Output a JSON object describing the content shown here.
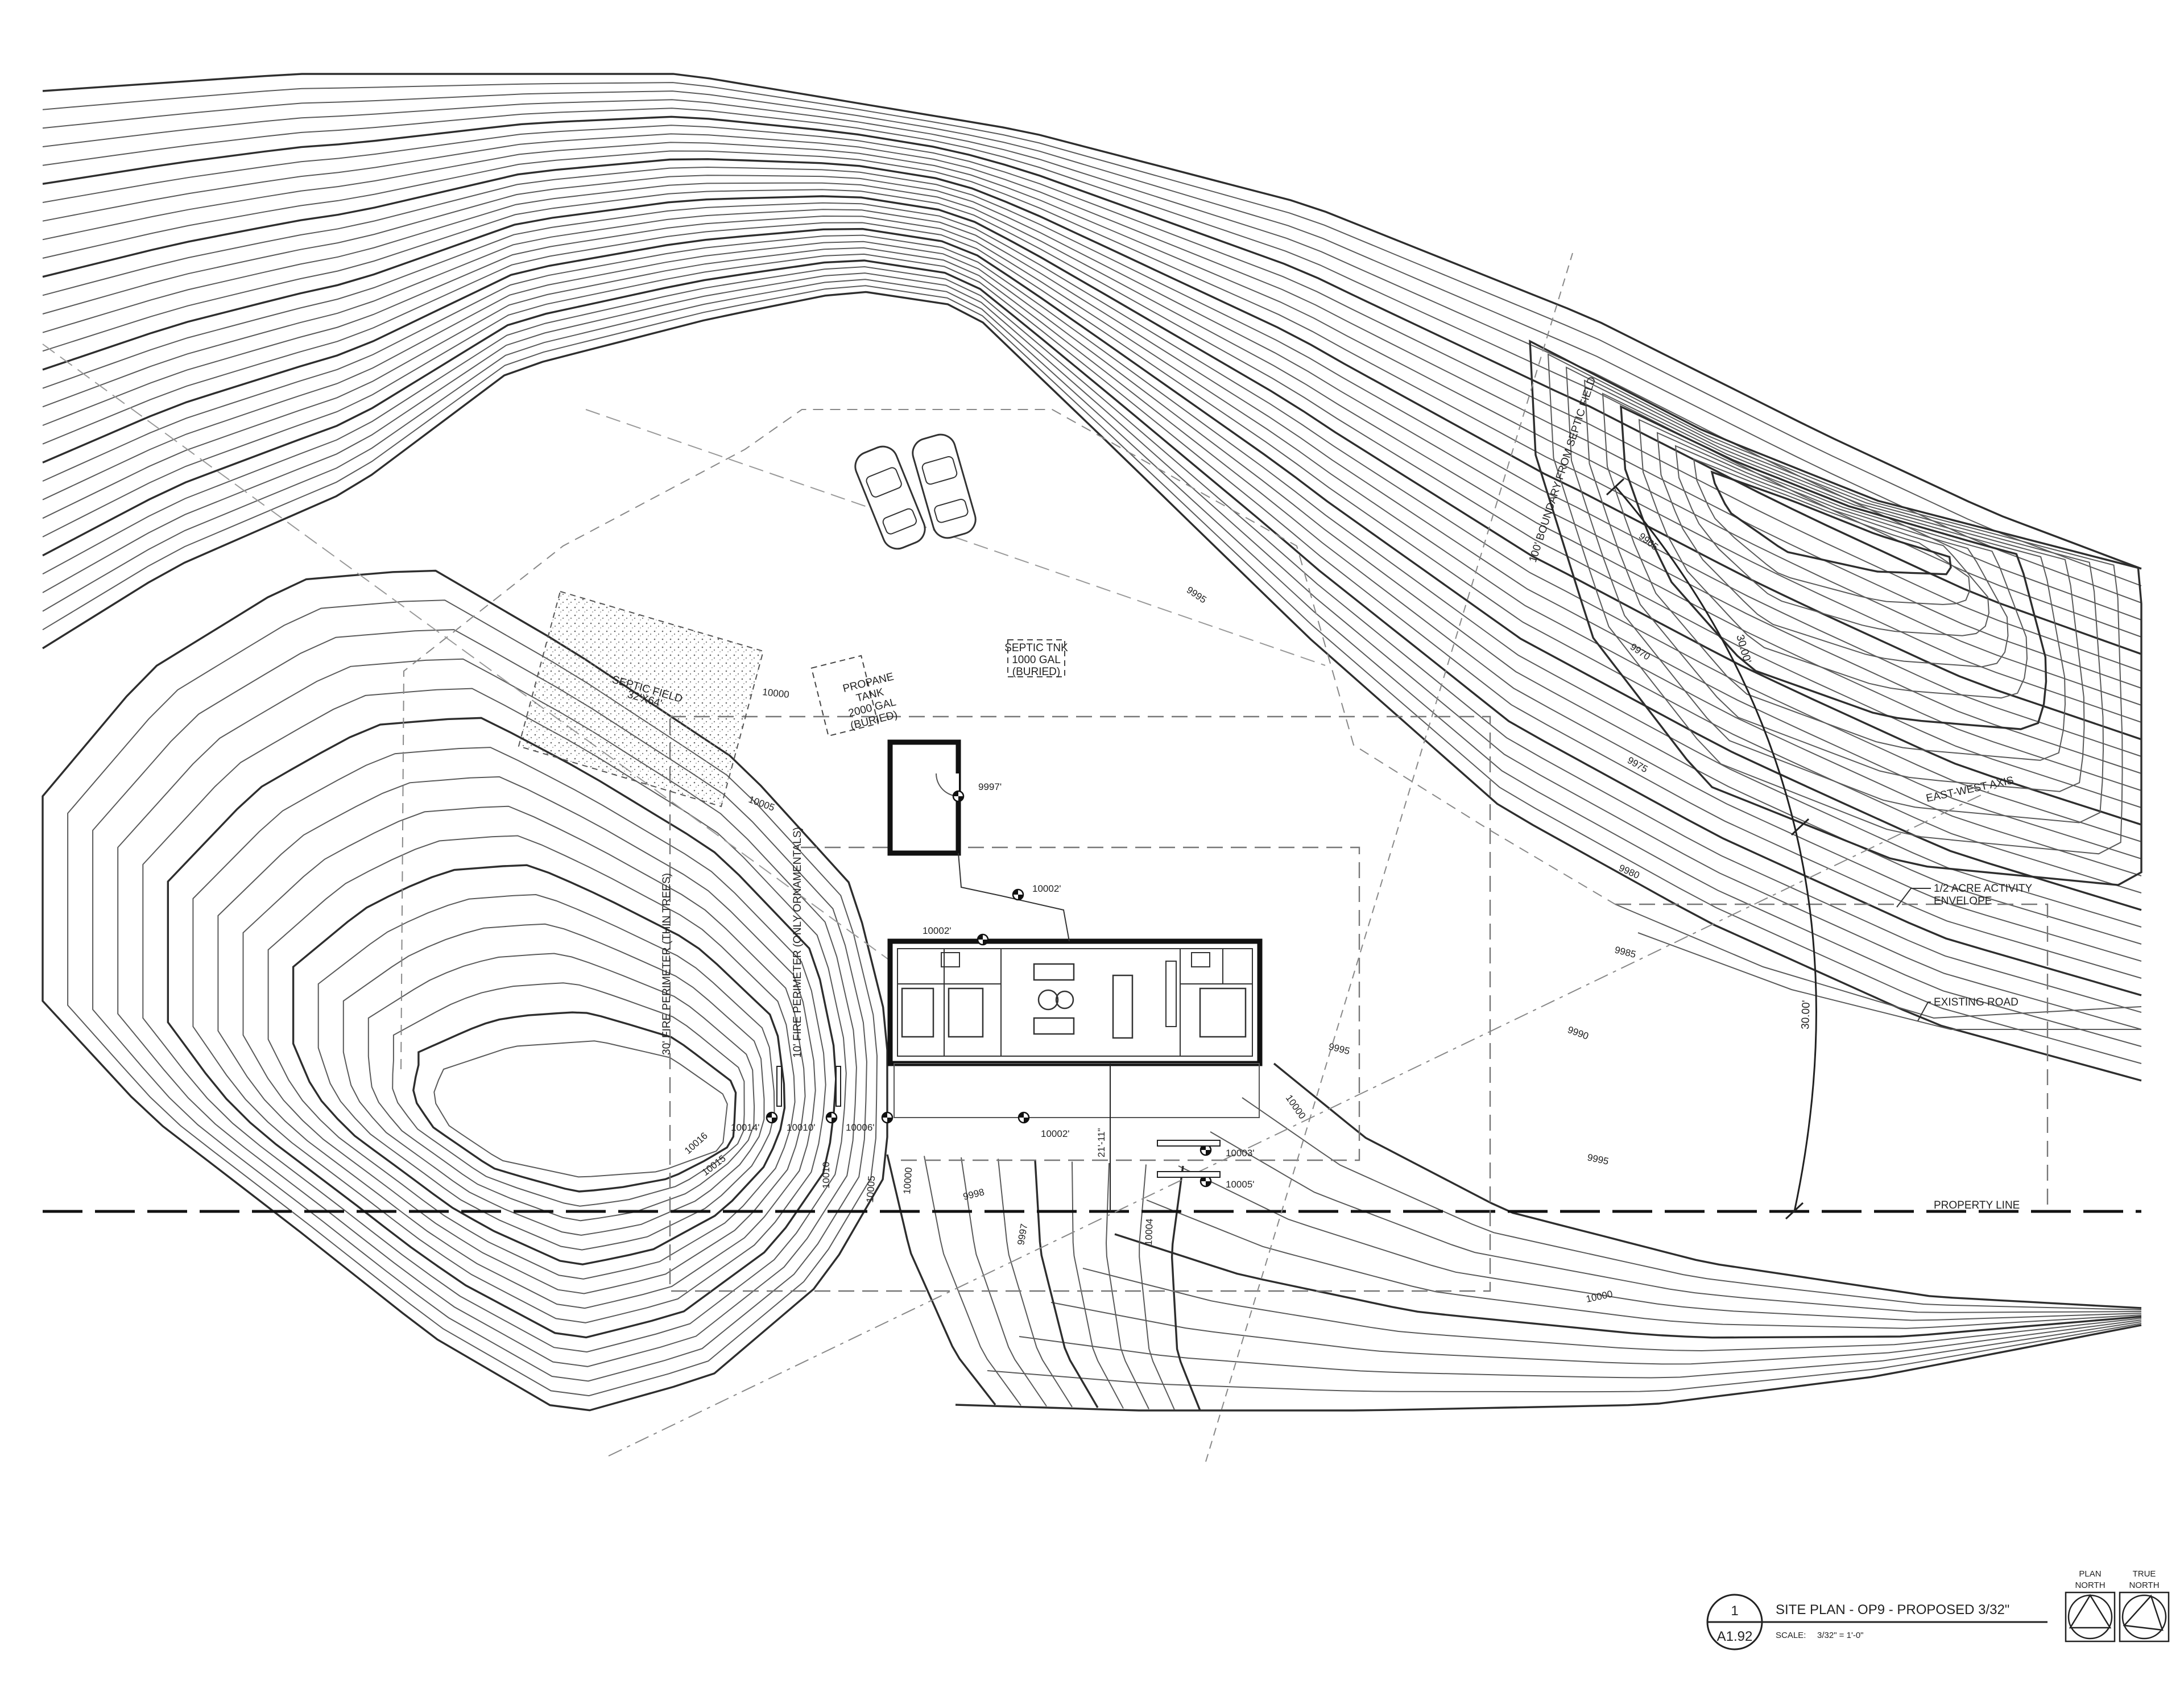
{
  "contour_labels": {
    "c9965": "9965",
    "c9970": "9970",
    "c9975": "9975",
    "c9980": "9980",
    "c9985": "9985",
    "c9990": "9990",
    "c9995a": "9995",
    "c9995b": "9995",
    "c9995c": "9995",
    "c10000a": "10000",
    "c10000b": "10000",
    "c10000c": "10000",
    "c10000d": "10000",
    "c10005a": "10005",
    "c10005b": "10005",
    "c10016": "10016",
    "c10015": "10015",
    "c10010": "10010",
    "c10004": "10004",
    "c9998": "9998",
    "c9997": "9997"
  },
  "spot_elevations": {
    "e9997": "9997'",
    "e10002a": "10002'",
    "e10002b": "10002'",
    "e10002c": "10002'",
    "e10014": "10014'",
    "e10010": "10010'",
    "e10006": "10006'",
    "e10003": "10003'",
    "e10005": "10005'"
  },
  "callouts": {
    "septic_tank": [
      "SEPTIC TNK",
      "1000 GAL",
      "(BURIED)"
    ],
    "propane_tank": [
      "PROPANE",
      "TANK",
      "2000 GAL",
      "(BURIED)"
    ],
    "septic_field": [
      "SEPTIC FIELD",
      "32'X64'"
    ],
    "boundary_septic": "100' BOUNDARY FROM SEPTIC FIELD",
    "fire_perimeter_30": "30' FIRE PERIMETER (THIN TREES)",
    "fire_perimeter_10": "10' FIRE PERIMETER (ONLY ORNAMENTALS)",
    "east_west_axis": "EAST-WEST AXIS",
    "activity_envelope": [
      "1/2 ACRE ACTIVITY",
      "ENVELOPE"
    ],
    "existing_road": "EXISTING ROAD",
    "property_line": "PROPERTY LINE",
    "arc_dim_top": "30.00'",
    "arc_dim_bottom": "30.00'",
    "house_dim": "21'-11\""
  },
  "title_block": {
    "detail_number": "1",
    "sheet_number": "A1.92",
    "title": "SITE PLAN - OP9 - PROPOSED 3/32\"",
    "scale_label": "SCALE:",
    "scale_value": "3/32\" = 1'-0\""
  },
  "north_arrows": {
    "plan": [
      "PLAN",
      "NORTH"
    ],
    "true": [
      "TRUE",
      "NORTH"
    ]
  }
}
